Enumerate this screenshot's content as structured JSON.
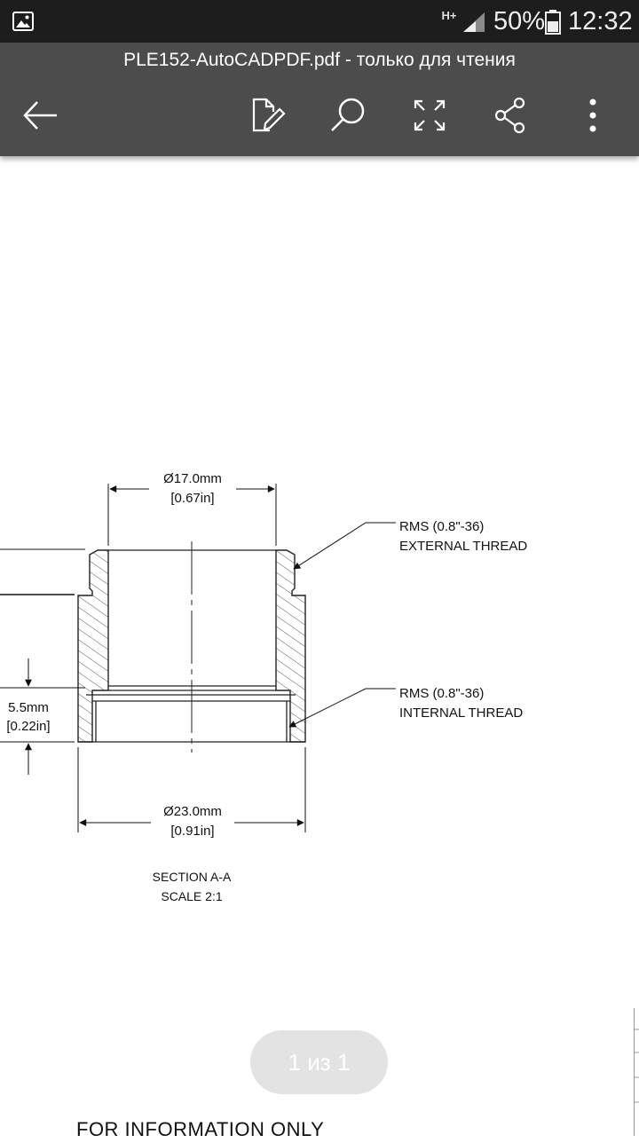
{
  "status_bar": {
    "network": "H+",
    "battery_percent": "50%",
    "time": "12:32",
    "icons": [
      "image-notification-icon",
      "signal-icon",
      "battery-icon"
    ]
  },
  "toolbar": {
    "title": "PLE152-AutoCADPDF.pdf - только для чтения",
    "icons": [
      "back-arrow-icon",
      "edit-document-icon",
      "search-icon",
      "fullscreen-icon",
      "share-icon",
      "more-vert-icon"
    ]
  },
  "drawing": {
    "dim_top_diameter": "Ø17.0mm",
    "dim_top_inches": "[0.67in]",
    "callout_external_1": "RMS (0.8\"-36)",
    "callout_external_2": "EXTERNAL THREAD",
    "callout_internal_1": "RMS (0.8\"-36)",
    "callout_internal_2": "INTERNAL THREAD",
    "dim_side_mm": "5.5mm",
    "dim_side_inches": "[0.22in]",
    "dim_bottom_diameter": "Ø23.0mm",
    "dim_bottom_inches": "[0.91in]",
    "section_label": "SECTION A-A",
    "scale_label": "SCALE 2:1"
  },
  "pager": {
    "label": "1 из 1"
  },
  "footer": {
    "text": "FOR INFORMATION ONLY"
  },
  "colors": {
    "statusbar": "#1d1d1d",
    "toolbar": "#4c4c4c",
    "pager_bg": "#e3e3e3"
  }
}
